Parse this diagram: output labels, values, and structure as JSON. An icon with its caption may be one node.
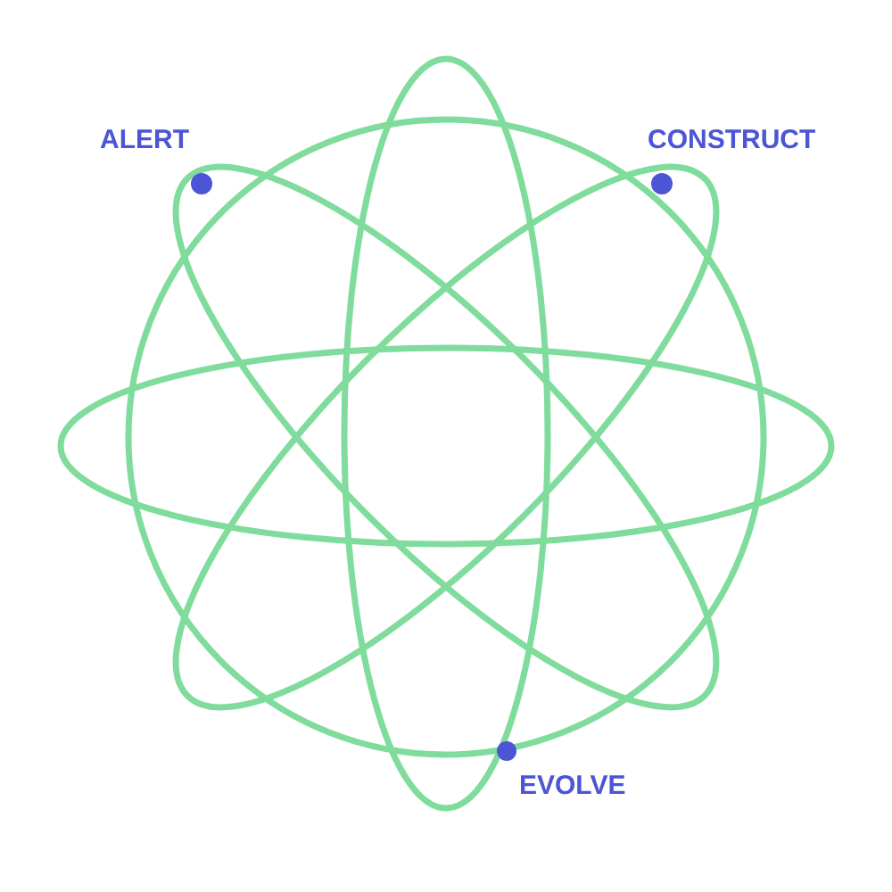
{
  "diagram": {
    "labels": [
      "ALERT",
      "CONSTRUCT",
      "EVOLVE"
    ]
  }
}
